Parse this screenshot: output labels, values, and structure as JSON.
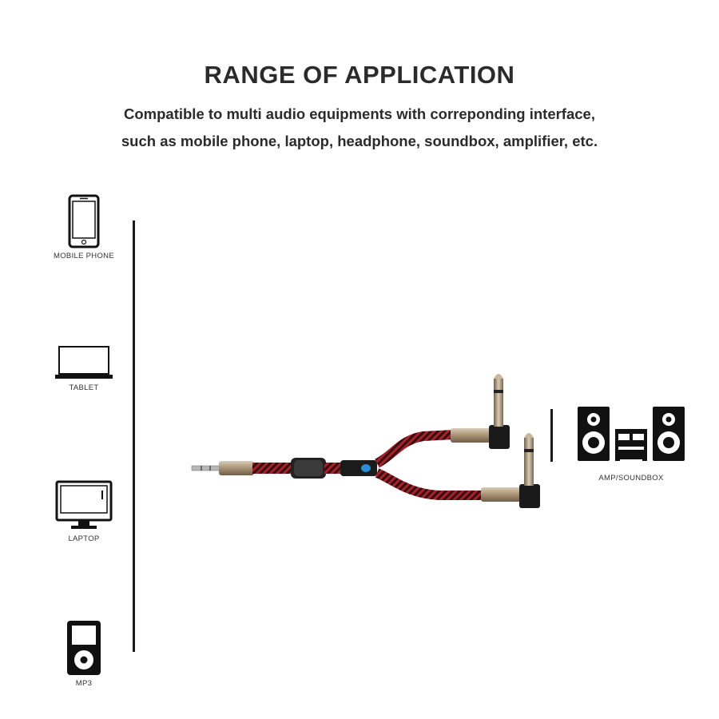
{
  "heading": {
    "title": "RANGE OF APPLICATION",
    "line1": "Compatible to multi audio equipments with correponding interface,",
    "line2": "such as mobile phone, laptop, headphone, soundbox, amplifier, etc."
  },
  "left_devices": [
    {
      "label": "MOBILE PHONE",
      "icon": "mobile-phone-icon"
    },
    {
      "label": "TABLET",
      "icon": "laptop-outline-icon"
    },
    {
      "label": "LAPTOP",
      "icon": "monitor-icon"
    },
    {
      "label": "MP3",
      "icon": "mp3-player-icon"
    }
  ],
  "right_device": {
    "label": "AMP/SOUNDBOX",
    "icon": "amp-soundbox-icon"
  },
  "colors": {
    "text": "#2b2b2b",
    "cable_red": "#a3242a",
    "cable_dark": "#3a0c10",
    "connector_gold": "#b9a58c",
    "accent_blue": "#2a8fd6"
  }
}
